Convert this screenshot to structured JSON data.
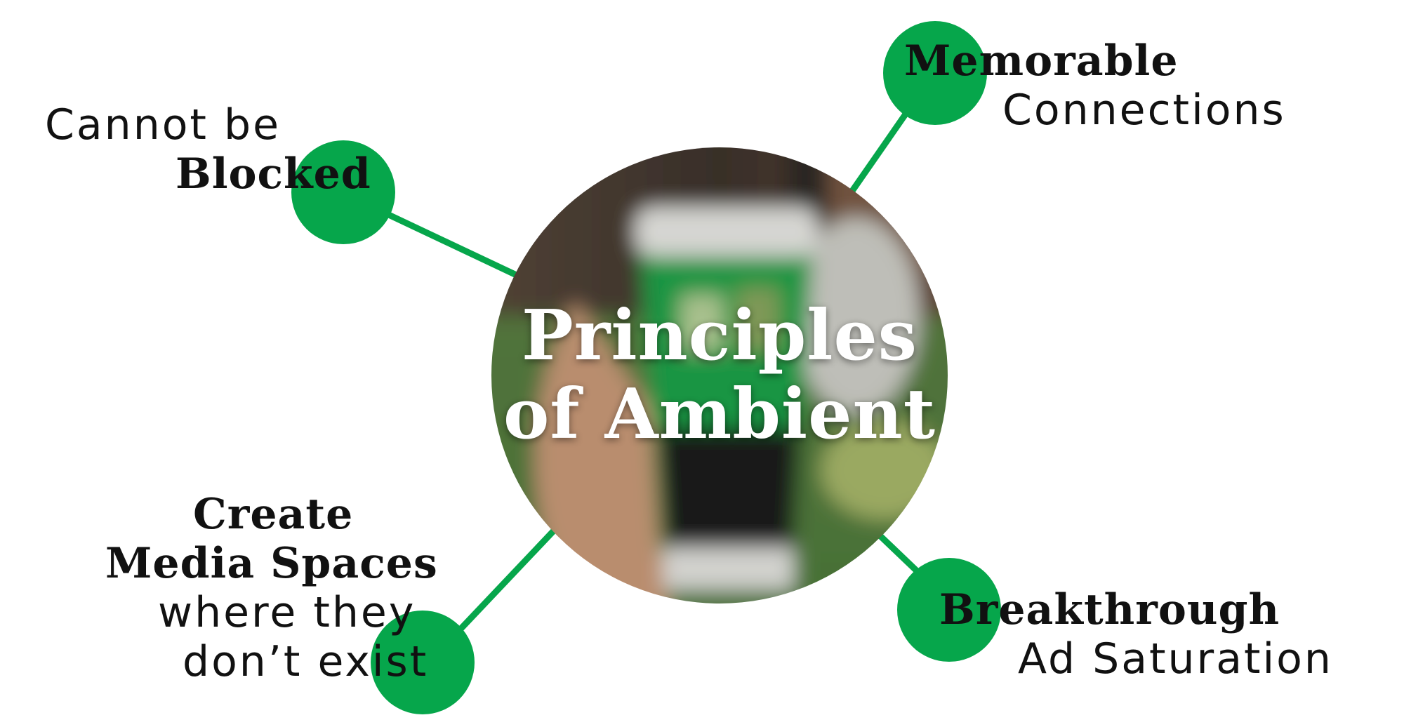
{
  "colors": {
    "node": "#06a64b",
    "line": "#06a64b",
    "text": "#111111",
    "center_text": "#ffffff"
  },
  "center": {
    "title_line1": "Principles",
    "title_line2": "of Ambient"
  },
  "nodes": {
    "blocked": {
      "line1": "Cannot be",
      "line2": "Blocked"
    },
    "memorable": {
      "line1": "Memorable",
      "line2": "Connections"
    },
    "media_spaces": {
      "line1": "Create",
      "line2": "Media Spaces",
      "line3": "where they",
      "line4": "don’t exist"
    },
    "breakthrough": {
      "line1": "Breakthrough",
      "line2": "Ad Saturation"
    }
  }
}
